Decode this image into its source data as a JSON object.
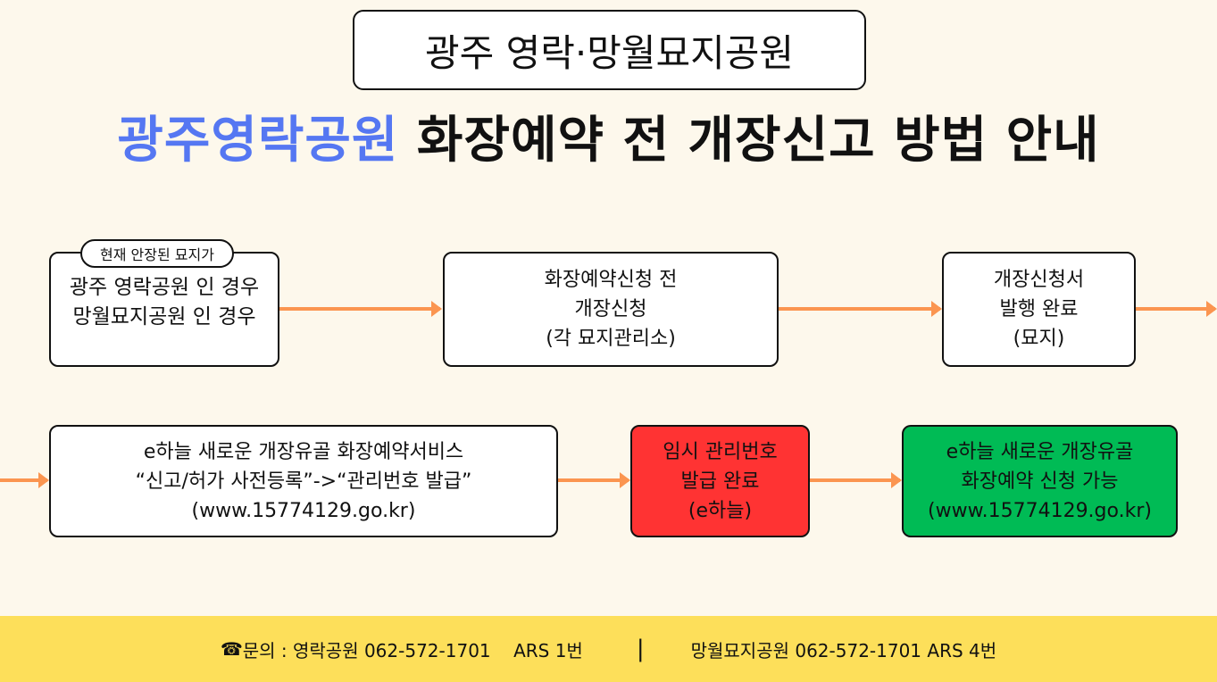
{
  "title": "광주 영락·망월묘지공원",
  "heading": {
    "highlight": "광주영락공원",
    "rest": " 화장예약 전 개장신고 방법 안내"
  },
  "steps": [
    {
      "badge": "현재 안장된 묘지가",
      "text": "광주 영락공원 인 경우\n망월묘지공원 인 경우"
    },
    {
      "text": "화장예약신청 전\n개장신청\n(각 묘지관리소)"
    },
    {
      "text": "개장신청서\n발행 완료\n(묘지)"
    },
    {
      "text": "e하늘 새로운 개장유골 화장예약서비스\n“신고/허가 사전등록”->“관리번호 발급”\n(www.15774129.go.kr)"
    },
    {
      "text": "임시 관리번호\n발급 완료\n(e하늘)"
    },
    {
      "text": "e하늘 새로운 개장유골\n화장예약 신청 가능\n(www.15774129.go.kr)"
    }
  ],
  "footer": {
    "icon": "phone-icon",
    "phone_glyph": "☎",
    "left": "문의 : 영락공원 062-572-1701    ARS 1번",
    "separator": "|",
    "right": "망월묘지공원 062-572-1701 ARS 4번"
  },
  "colors": {
    "accent": "#5577f2",
    "arrow": "#fb9550",
    "red": "#ff3333",
    "green": "#00bb55",
    "footer": "#fddf5a",
    "background": "#fdf8ec"
  }
}
